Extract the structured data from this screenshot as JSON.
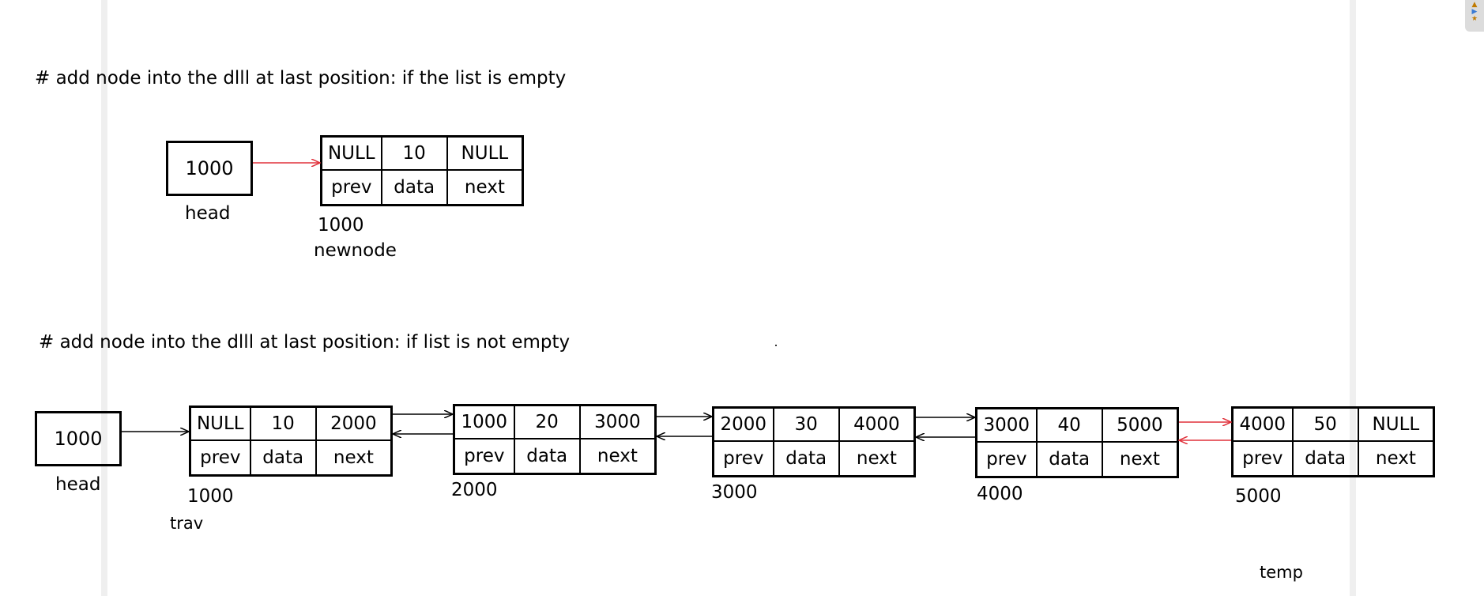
{
  "section1": {
    "heading": "# add node into the dlll at last position: if the list is empty",
    "head_value": "1000",
    "head_label": "head",
    "node": {
      "prev": "NULL",
      "data": "10",
      "next": "NULL",
      "address": "1000"
    },
    "field_labels": {
      "prev": "prev",
      "data": "data",
      "next": "next"
    },
    "newnode_label": "newnode"
  },
  "section2": {
    "heading": "# add node into the dlll at last position: if list is not empty",
    "head_value": "1000",
    "head_label": "head",
    "nodes": [
      {
        "prev": "NULL",
        "data": "10",
        "next": "2000",
        "address": "1000"
      },
      {
        "prev": "1000",
        "data": "20",
        "next": "3000",
        "address": "2000"
      },
      {
        "prev": "2000",
        "data": "30",
        "next": "4000",
        "address": "3000"
      },
      {
        "prev": "3000",
        "data": "40",
        "next": "5000",
        "address": "4000"
      },
      {
        "prev": "4000",
        "data": "50",
        "next": "NULL",
        "address": "5000"
      }
    ],
    "field_labels": {
      "prev": "prev",
      "data": "data",
      "next": "next"
    },
    "trav_label": "trav",
    "temp_label": "temp"
  },
  "colors": {
    "new_link": "#e0303a",
    "link": "#000000",
    "guide": "#efefef"
  }
}
